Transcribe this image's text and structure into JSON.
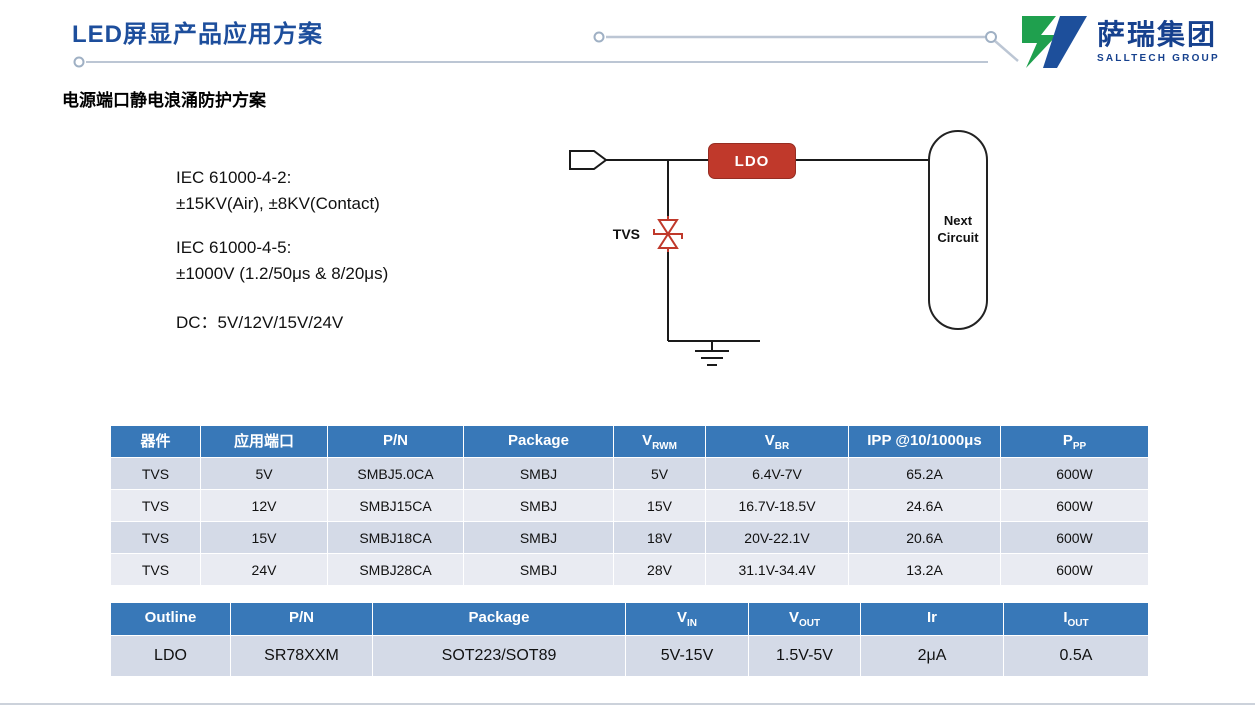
{
  "colors": {
    "title_blue": "#1d4e9c",
    "logo_blue": "#16418e",
    "logo_green": "#1fa04e",
    "table_header_blue": "#3878b8",
    "row_dark": "#d4dae7",
    "row_light": "#e9ebf2",
    "accent_red": "#c0392b"
  },
  "page": {
    "title": "LED屏显产品应用方案",
    "subtitle": "电源端口静电浪涌防护方案"
  },
  "logo": {
    "name_cn": "萨瑞集团",
    "name_en": "SALLTECH GROUP"
  },
  "specs": {
    "lines": [
      "IEC 61000-4-2:",
      "±15KV(Air), ±8KV(Contact)",
      "IEC 61000-4-5:",
      "±1000V (1.2/50μs & 8/20μs)",
      "DC：5V/12V/15V/24V"
    ]
  },
  "circuit": {
    "tvs_label": "TVS",
    "ldo_label": "LDO",
    "next_line1": "Next",
    "next_line2": "Circuit"
  },
  "table1": {
    "headers": [
      {
        "text": "器件",
        "sub": ""
      },
      {
        "text": "应用端口",
        "sub": ""
      },
      {
        "text": "P/N",
        "sub": ""
      },
      {
        "text": "Package",
        "sub": ""
      },
      {
        "text": "V",
        "sub": "RWM"
      },
      {
        "text": "V",
        "sub": "BR"
      },
      {
        "text": "IPP @10/1000μs",
        "sub": ""
      },
      {
        "text": "P",
        "sub": "PP"
      }
    ],
    "rows": [
      [
        "TVS",
        "5V",
        "SMBJ5.0CA",
        "SMBJ",
        "5V",
        "6.4V-7V",
        "65.2A",
        "600W"
      ],
      [
        "TVS",
        "12V",
        "SMBJ15CA",
        "SMBJ",
        "15V",
        "16.7V-18.5V",
        "24.6A",
        "600W"
      ],
      [
        "TVS",
        "15V",
        "SMBJ18CA",
        "SMBJ",
        "18V",
        "20V-22.1V",
        "20.6A",
        "600W"
      ],
      [
        "TVS",
        "24V",
        "SMBJ28CA",
        "SMBJ",
        "28V",
        "31.1V-34.4V",
        "13.2A",
        "600W"
      ]
    ]
  },
  "table2": {
    "headers": [
      {
        "text": "Outline",
        "sub": ""
      },
      {
        "text": "P/N",
        "sub": ""
      },
      {
        "text": "Package",
        "sub": ""
      },
      {
        "text": "V",
        "sub": "IN"
      },
      {
        "text": "V",
        "sub": "OUT"
      },
      {
        "text": "Ir",
        "sub": ""
      },
      {
        "text": "I",
        "sub": "OUT"
      }
    ],
    "rows": [
      [
        "LDO",
        "SR78XXM",
        "SOT223/SOT89",
        "5V-15V",
        "1.5V-5V",
        "2μA",
        "0.5A"
      ]
    ]
  }
}
